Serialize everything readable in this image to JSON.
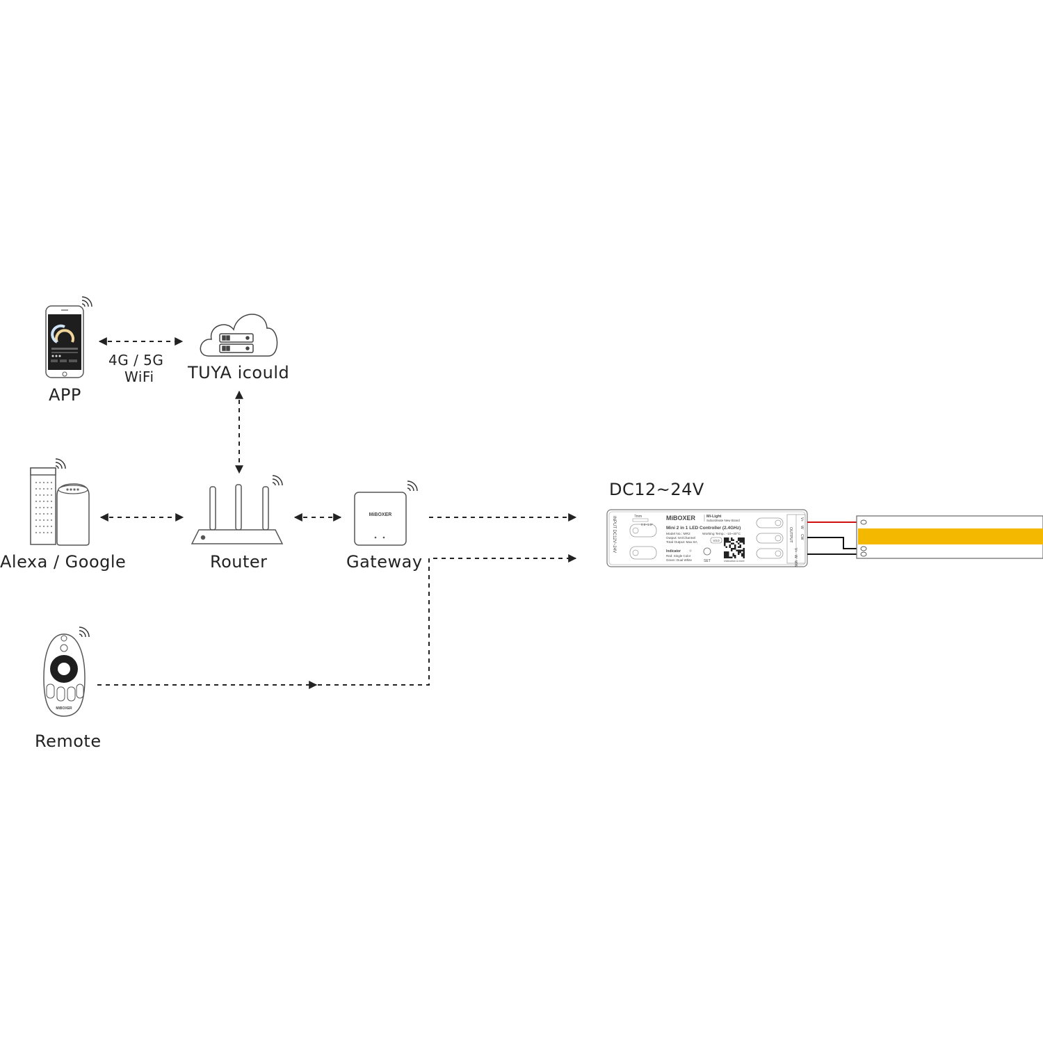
{
  "nodes": {
    "app": {
      "label": "APP"
    },
    "cloud": {
      "label": "TUYA icould"
    },
    "assistant": {
      "label": "Alexa / Google"
    },
    "router": {
      "label": "Router"
    },
    "gateway": {
      "label": "Gateway",
      "brand": "MiBOXER"
    },
    "remote": {
      "label": "Remote",
      "brand": "MiBOXER"
    }
  },
  "links": {
    "app_cloud": {
      "label_line1": "4G / 5G",
      "label_line2": "WiFi"
    }
  },
  "controller": {
    "voltage_label": "DC12~24V",
    "brand": "MiBOXER",
    "sub_brand": "Mi-Light",
    "sub_brand_tag": "Subordinate New Brand",
    "title": "Mini 2 in 1 LED Controller (2.4GHz)",
    "model": "Model No.: MR2",
    "working_temp": "Working Temp.: -10~40°C",
    "output": "Output: 6A/Channel",
    "total_output": "Total Output: Max 6A",
    "version": "V3.0",
    "indicator_title": "Indicator",
    "indicator_red": "Red: Single Color",
    "indicator_green": "Green: Dual White",
    "set_label": "SET",
    "qr_caption": "Instruction & more",
    "input_label": "INPUT DC12V~24V",
    "strip_label": "7mm",
    "strip_size": "0.5~1.0²",
    "output_label": "OUTPUT",
    "terminals": [
      "V+",
      "W",
      "CW",
      "V+",
      "W",
      "WW"
    ]
  },
  "colors": {
    "line": "#222222",
    "led_strip": "#f5b800",
    "wire_red": "#d01010",
    "wire_black": "#111111"
  }
}
